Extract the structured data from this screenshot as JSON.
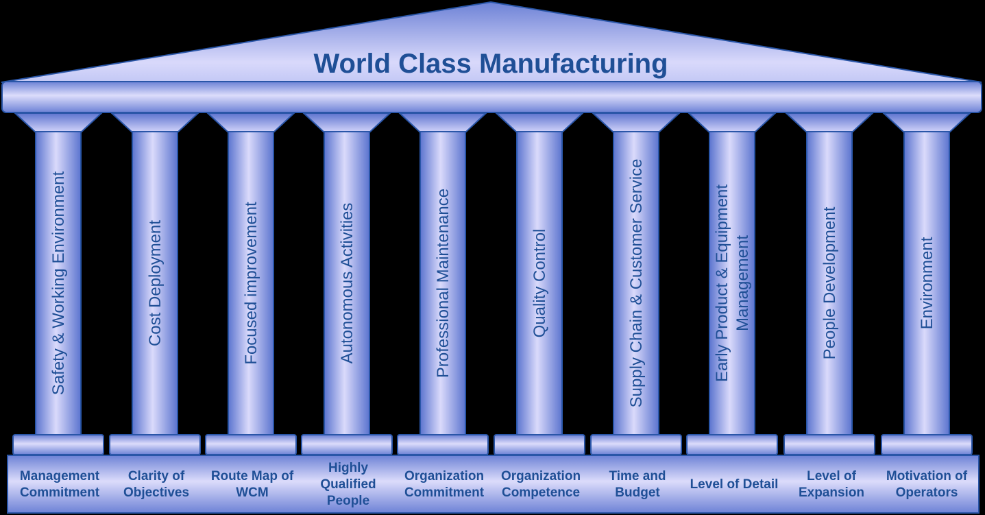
{
  "title": "World Class Manufacturing",
  "pillars": [
    {
      "lines": [
        "Safety  & Working Environment"
      ]
    },
    {
      "lines": [
        "Cost Deployment"
      ]
    },
    {
      "lines": [
        "Focused improvement"
      ]
    },
    {
      "lines": [
        "Autonomous Activities"
      ]
    },
    {
      "lines": [
        "Professional Maintenance"
      ]
    },
    {
      "lines": [
        "Quality Control"
      ]
    },
    {
      "lines": [
        "Supply Chain & Customer Service"
      ]
    },
    {
      "lines": [
        "Early Product & Equipment",
        "Management"
      ]
    },
    {
      "lines": [
        "People Development"
      ]
    },
    {
      "lines": [
        "Environment"
      ]
    }
  ],
  "foundation": [
    "Management Commitment",
    "Clarity of Objectives",
    "Route Map of WCM",
    "Highly Qualified People",
    "Organization Commitment",
    "Organization Competence",
    "Time and Budget",
    "Level of Detail",
    "Level of Expansion",
    "Motivation of Operators"
  ],
  "colors": {
    "text": "#1f4f96",
    "stroke": "#2a56a8",
    "light": "#d6d6fa",
    "dark": "#4f6ac8",
    "background": "#000000"
  }
}
